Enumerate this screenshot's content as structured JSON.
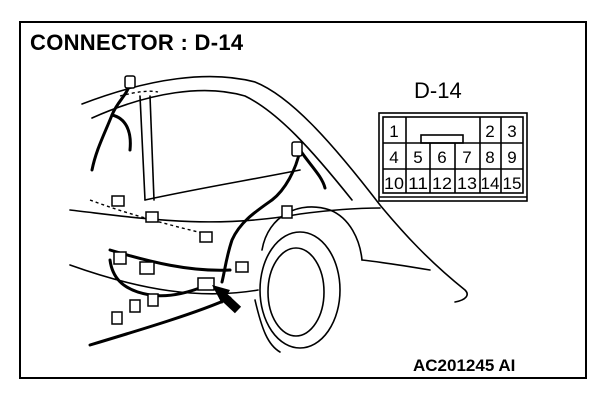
{
  "title": "CONNECTOR : D-14",
  "connector": {
    "label": "D-14",
    "pins_row1": [
      "1",
      "",
      "",
      "",
      "2",
      "3"
    ],
    "pins_row2": [
      "4",
      "5",
      "6",
      "7",
      "8",
      "9"
    ],
    "pins_row3": [
      "10",
      "11",
      "12",
      "13",
      "14",
      "15"
    ]
  },
  "figure_code": "AC201245 AI"
}
